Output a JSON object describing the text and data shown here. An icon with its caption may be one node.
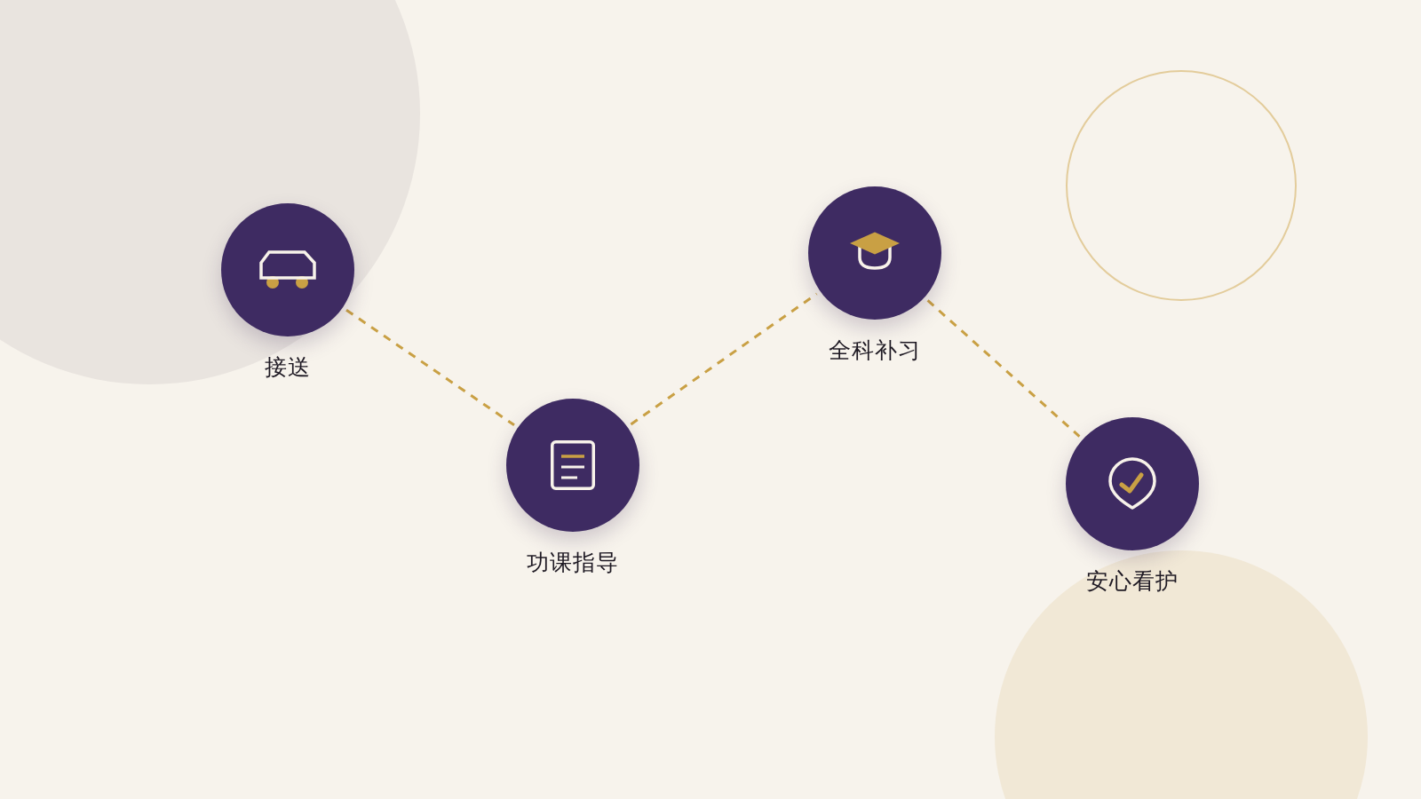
{
  "diagram": {
    "nodes": [
      {
        "text": [
          "接送"
        ]
      },
      {
        "text": [
          "功课指导"
        ]
      },
      {
        "text": [
          "全科补习"
        ]
      },
      {
        "text": [
          "安心看护"
        ]
      }
    ],
    "edges": [
      {
        "from": 0,
        "to": 1,
        "arrow": "none",
        "style": "dashed"
      },
      {
        "from": 1,
        "to": 2,
        "arrow": "none",
        "style": "dashed"
      },
      {
        "from": 2,
        "to": 3,
        "arrow": "none",
        "style": "dashed"
      }
    ]
  }
}
